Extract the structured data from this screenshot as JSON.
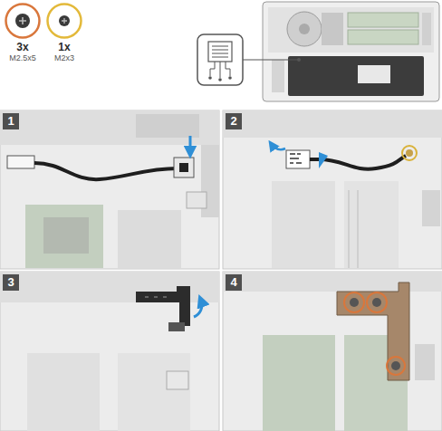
{
  "diagram": {
    "nodes": [
      {
        "text": [
          "3x",
          "M2.5x5"
        ]
      },
      {
        "text": [
          "1x",
          "M2x3"
        ]
      },
      {
        "text": [
          "1"
        ]
      },
      {
        "text": [
          "2"
        ]
      },
      {
        "text": [
          "3"
        ]
      },
      {
        "text": [
          "4"
        ]
      }
    ]
  }
}
